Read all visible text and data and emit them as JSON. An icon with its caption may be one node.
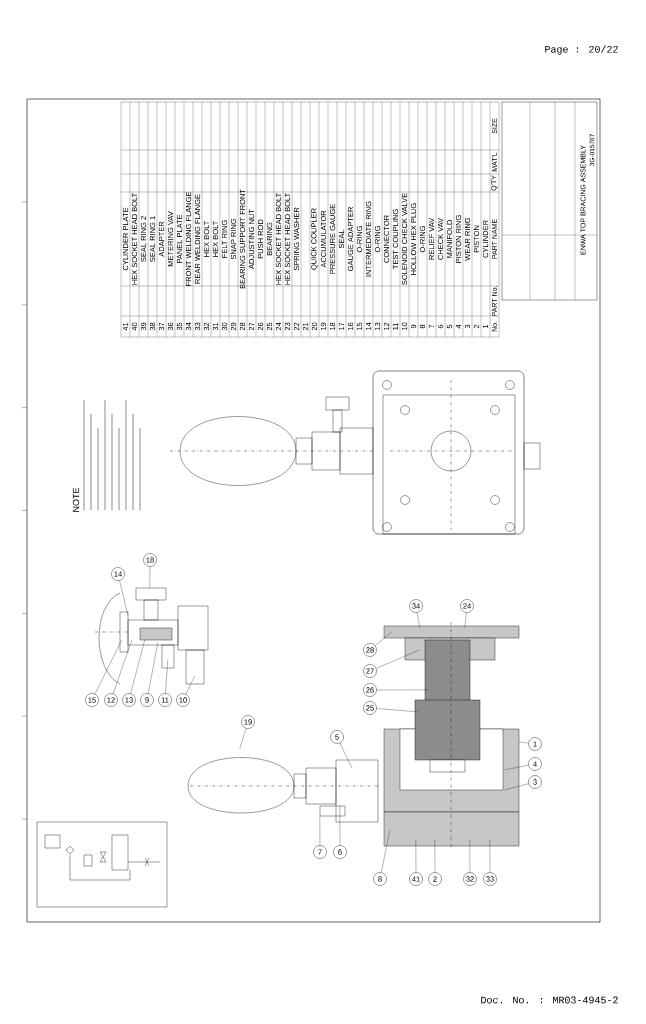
{
  "diagram": {
    "title": "ENWA TOP BRACING ASSEMBLY",
    "nodes": [
      {
        "text": [],
        "shape": "picture"
      },
      {
        "text": [],
        "shape": "picture"
      },
      {
        "text": [],
        "shape": "picture"
      },
      {
        "text": [
          "18"
        ]
      },
      {
        "text": [
          "14"
        ]
      },
      {
        "text": [
          "15"
        ]
      },
      {
        "text": [
          "12"
        ]
      },
      {
        "text": [
          "13"
        ]
      },
      {
        "text": [
          "9"
        ]
      },
      {
        "text": [
          "11"
        ]
      },
      {
        "text": [
          "10"
        ]
      },
      {
        "text": [
          "19"
        ]
      },
      {
        "text": [
          "5"
        ]
      },
      {
        "text": [
          "7"
        ]
      },
      {
        "text": [
          "6"
        ]
      },
      {
        "text": [
          "34"
        ]
      },
      {
        "text": [
          "24"
        ]
      },
      {
        "text": [
          "28"
        ]
      },
      {
        "text": [
          "27"
        ]
      },
      {
        "text": [
          "26"
        ]
      },
      {
        "text": [
          "25"
        ]
      },
      {
        "text": [
          "1"
        ]
      },
      {
        "text": [
          "4"
        ]
      },
      {
        "text": [
          "3"
        ]
      },
      {
        "text": [
          "8"
        ]
      },
      {
        "text": [
          "41"
        ]
      },
      {
        "text": [
          "2"
        ]
      },
      {
        "text": [
          "32"
        ]
      },
      {
        "text": [
          "33"
        ]
      }
    ],
    "edges": [
      {
        "from": 3,
        "to": 0,
        "arrow": "none"
      },
      {
        "from": 4,
        "to": 0,
        "arrow": "none"
      },
      {
        "from": 5,
        "to": 0,
        "arrow": "none"
      },
      {
        "from": 6,
        "to": 0,
        "arrow": "none"
      },
      {
        "from": 7,
        "to": 0,
        "arrow": "none"
      },
      {
        "from": 8,
        "to": 0,
        "arrow": "none"
      },
      {
        "from": 9,
        "to": 0,
        "arrow": "none"
      },
      {
        "from": 10,
        "to": 0,
        "arrow": "none"
      },
      {
        "from": 11,
        "to": 1,
        "arrow": "none"
      },
      {
        "from": 12,
        "to": 1,
        "arrow": "none"
      },
      {
        "from": 13,
        "to": 1,
        "arrow": "none"
      },
      {
        "from": 14,
        "to": 1,
        "arrow": "none"
      },
      {
        "from": 15,
        "to": 2,
        "arrow": "none"
      },
      {
        "from": 16,
        "to": 2,
        "arrow": "none"
      },
      {
        "from": 17,
        "to": 2,
        "arrow": "none"
      },
      {
        "from": 18,
        "to": 2,
        "arrow": "none"
      },
      {
        "from": 19,
        "to": 2,
        "arrow": "none"
      },
      {
        "from": 20,
        "to": 2,
        "arrow": "none"
      },
      {
        "from": 21,
        "to": 2,
        "arrow": "none"
      },
      {
        "from": 22,
        "to": 2,
        "arrow": "none"
      },
      {
        "from": 23,
        "to": 2,
        "arrow": "none"
      },
      {
        "from": 24,
        "to": 2,
        "arrow": "none"
      },
      {
        "from": 25,
        "to": 2,
        "arrow": "none"
      },
      {
        "from": 26,
        "to": 2,
        "arrow": "none"
      },
      {
        "from": 27,
        "to": 2,
        "arrow": "none"
      },
      {
        "from": 28,
        "to": 2,
        "arrow": "none"
      }
    ],
    "labels": [
      "Page : 20/22",
      "NOTE",
      "No.",
      "PART No.",
      "PART NAME",
      "Q'TY",
      "MAT'L",
      "SIZE",
      "41",
      "CYLINDER PLATE",
      "40",
      "HEX SOCKET HEAD BOLT",
      "39",
      "SEAL RING 2",
      "38",
      "SEAL RING 1",
      "37",
      "ADAPTER",
      "36",
      "METERING VAV",
      "35",
      "PANEL PLATE",
      "34",
      "FRONT WELDING FLANGE",
      "33",
      "REAR WELDING FLANGE",
      "32",
      "HEX BOLT",
      "31",
      "HEX BOLT",
      "30",
      "FELT RING",
      "29",
      "SNAP RING",
      "28",
      "BEARING SUPPORT FRONT",
      "27",
      "ADJUSTING NUT",
      "26",
      "PUSH ROD",
      "25",
      "BEARING",
      "24",
      "HEX SOCKET HEAD BOLT",
      "23",
      "HEX SOCKET HEAD BOLT",
      "22",
      "SPRING WASHER",
      "21",
      "20",
      "QUICK COUPLER",
      "19",
      "ACCUMULATOR",
      "18",
      "PRESSURE GAUGE",
      "17",
      "SEAL",
      "16",
      "GAUGE ADAPTER",
      "15",
      "O-RING",
      "14",
      "INTERMEDIATE RING",
      "13",
      "O-RING",
      "12",
      "CONNECTOR",
      "11",
      "TEST COUPLING",
      "10",
      "SOLENOID CHECK VALVE",
      "9",
      "HOLLOW HEX PLUG",
      "8",
      "O-RING",
      "7",
      "RELIEF VAV",
      "6",
      "CHECK VAV",
      "5",
      "MANIFOLD",
      "4",
      "PISTON RING",
      "3",
      "WEAR RING",
      "2",
      "PISTON",
      "1",
      "CYLINDER",
      "3G-015787",
      "Doc. No. : MR03-4945-2"
    ]
  }
}
